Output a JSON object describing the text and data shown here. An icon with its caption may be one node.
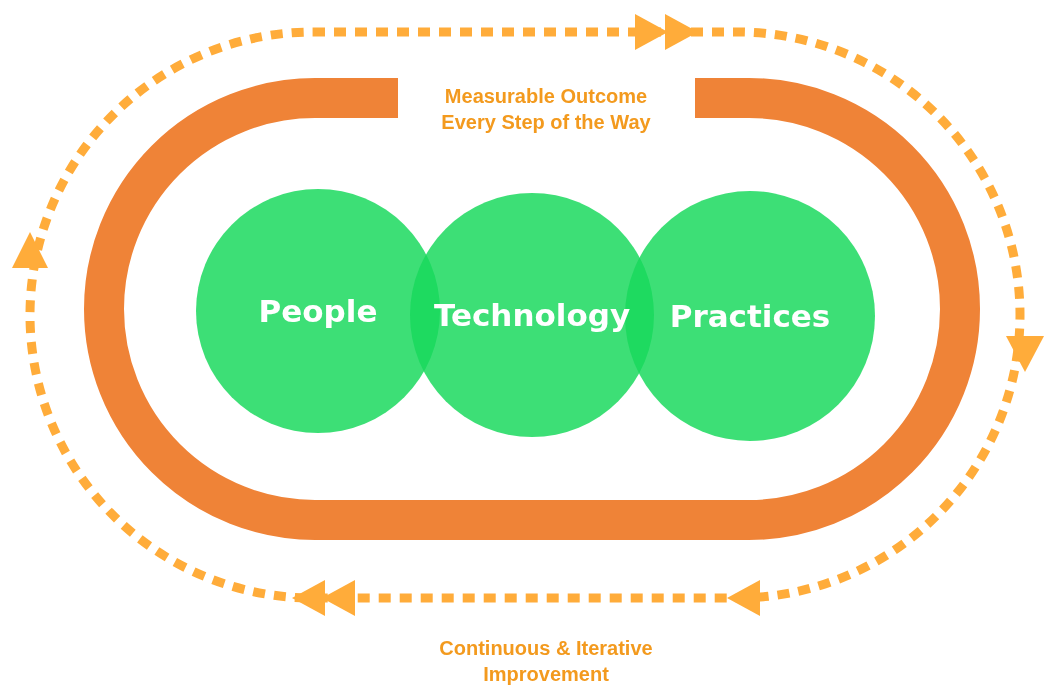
{
  "diagram": {
    "nodes": [
      {
        "text": [
          "People"
        ]
      },
      {
        "text": [
          "Technology"
        ]
      },
      {
        "text": [
          "Practices"
        ]
      }
    ],
    "labels": [
      "Measurable Outcome Every Step of the Way",
      "Continuous & Iterative Improvement"
    ]
  }
}
